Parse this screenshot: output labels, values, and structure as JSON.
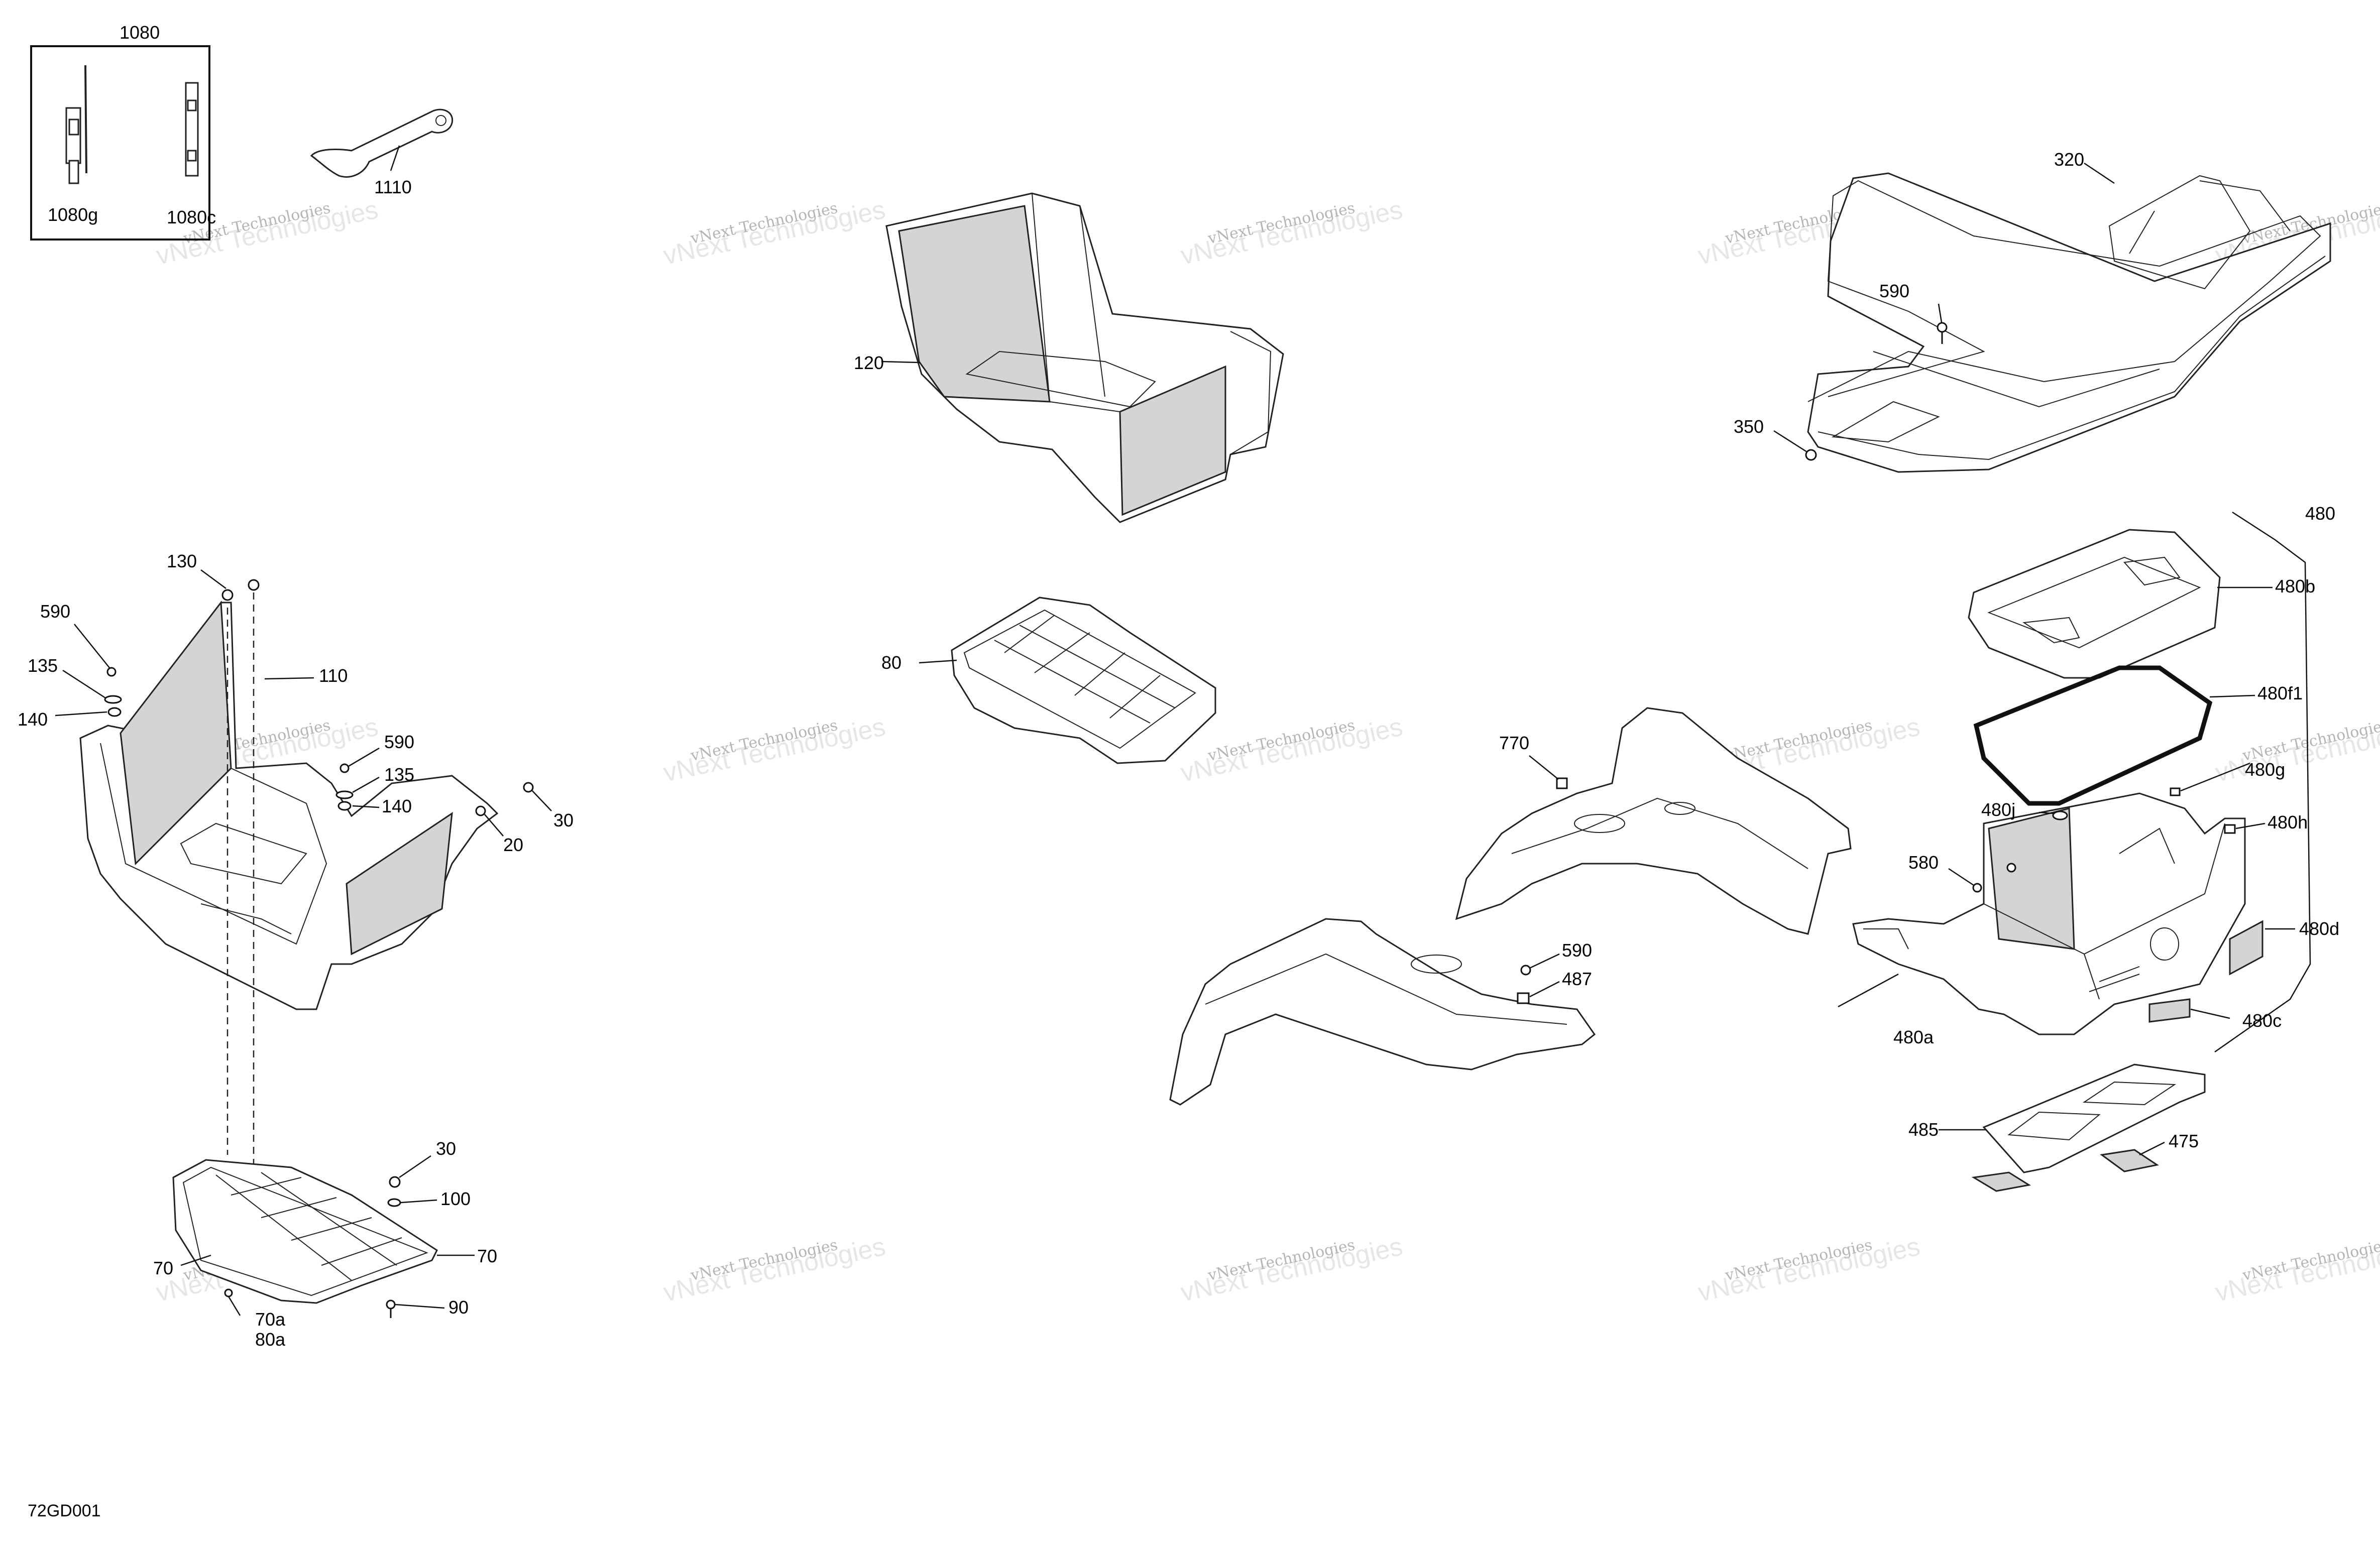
{
  "diagram_code": "72GD001",
  "watermark": {
    "line1": "vNext Technologies",
    "line2": "vNext Technologies"
  },
  "labels": {
    "l1080": "1080",
    "l1080g": "1080g",
    "l1080c": "1080c",
    "l1110": "1110",
    "l120": "120",
    "l80": "80",
    "l320": "320",
    "l590a": "590",
    "l350": "350",
    "l130": "130",
    "l590b": "590",
    "l135a": "135",
    "l140a": "140",
    "l110": "110",
    "l590c": "590",
    "l135b": "135",
    "l140b": "140",
    "l30a": "30",
    "l20": "20",
    "l30b": "30",
    "l100": "100",
    "l70a": "70",
    "l70b": "70",
    "l70a2": "70a",
    "l80a": "80a",
    "l90": "90",
    "l770": "770",
    "l590d": "590",
    "l487": "487",
    "l480": "480",
    "l480b": "480b",
    "l480f1": "480f1",
    "l480g": "480g",
    "l480j": "480j",
    "l480h": "480h",
    "l580": "580",
    "l480d": "480d",
    "l480a": "480a",
    "l480c": "480c",
    "l485": "485",
    "l475": "475"
  }
}
